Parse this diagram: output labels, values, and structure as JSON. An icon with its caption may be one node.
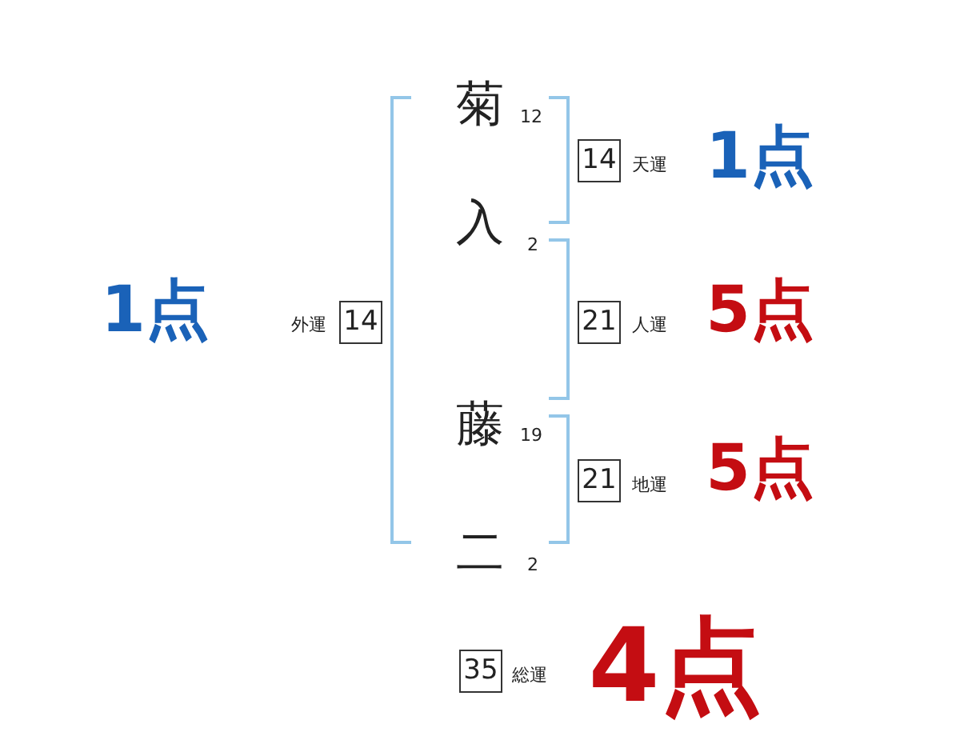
{
  "diagram": {
    "nodes": [
      {
        "text": [
          "14"
        ],
        "beside": [
          "天運",
          "1点"
        ]
      },
      {
        "text": [
          "14"
        ],
        "beside": [
          "外運",
          "1点"
        ]
      },
      {
        "text": [
          "21"
        ],
        "beside": [
          "人運",
          "5点"
        ]
      },
      {
        "text": [
          "21"
        ],
        "beside": [
          "地運",
          "5点"
        ]
      },
      {
        "text": [
          "35"
        ],
        "beside": [
          "総運",
          "4点"
        ]
      }
    ],
    "labels": [
      "菊",
      "12",
      "入",
      "2",
      "藤",
      "19",
      "二",
      "2"
    ]
  }
}
